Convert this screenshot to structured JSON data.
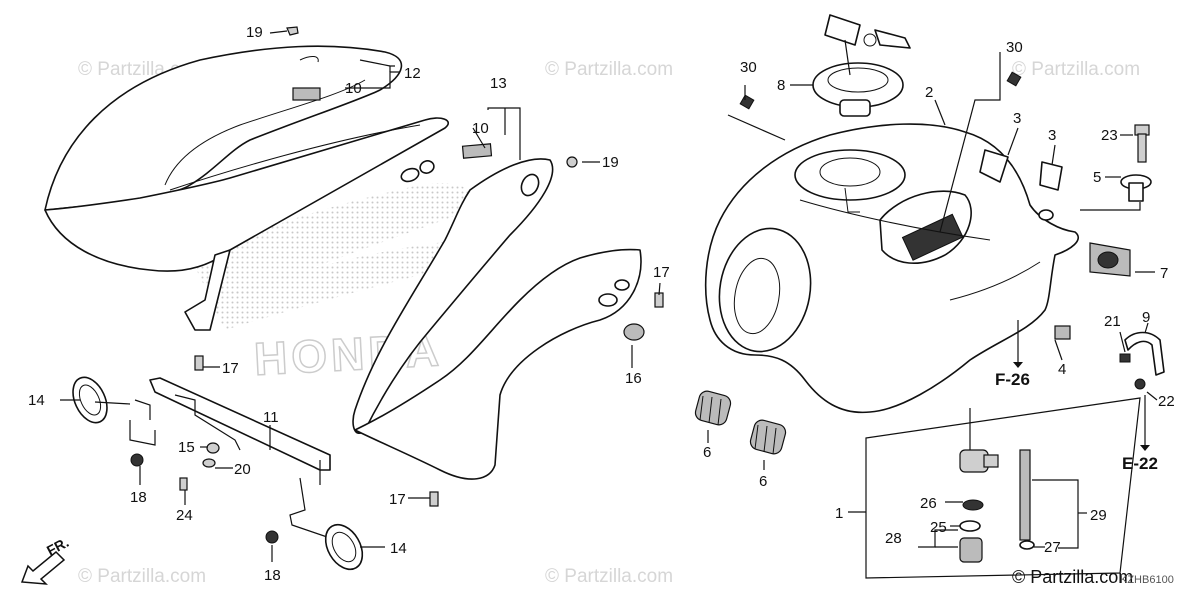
{
  "watermark": "© Partzilla.com",
  "footer_watermark": "© Partzilla.com",
  "drawing_code": "KZHB6100",
  "direction_marker": "FR.",
  "callouts": {
    "c1": "1",
    "c2": "2",
    "c3a": "3",
    "c3b": "3",
    "c4": "4",
    "c5": "5",
    "c6a": "6",
    "c6b": "6",
    "c7": "7",
    "c8": "8",
    "c9": "9",
    "c10a": "10",
    "c10b": "10",
    "c11": "11",
    "c12": "12",
    "c13": "13",
    "c14a": "14",
    "c14b": "14",
    "c15": "15",
    "c16": "16",
    "c17a": "17",
    "c17b": "17",
    "c17c": "17",
    "c18a": "18",
    "c18b": "18",
    "c19a": "19",
    "c19b": "19",
    "c20": "20",
    "c21": "21",
    "c22": "22",
    "c23": "23",
    "c24": "24",
    "c25": "25",
    "c26": "26",
    "c27": "27",
    "c28": "28",
    "c29": "29",
    "c30a": "30",
    "c30b": "30"
  },
  "section_refs": {
    "f26": "F-26",
    "e22": "E-22"
  },
  "brand_outline_text": "HONDA",
  "icons": {
    "arrow": "front-direction-arrow-icon"
  }
}
